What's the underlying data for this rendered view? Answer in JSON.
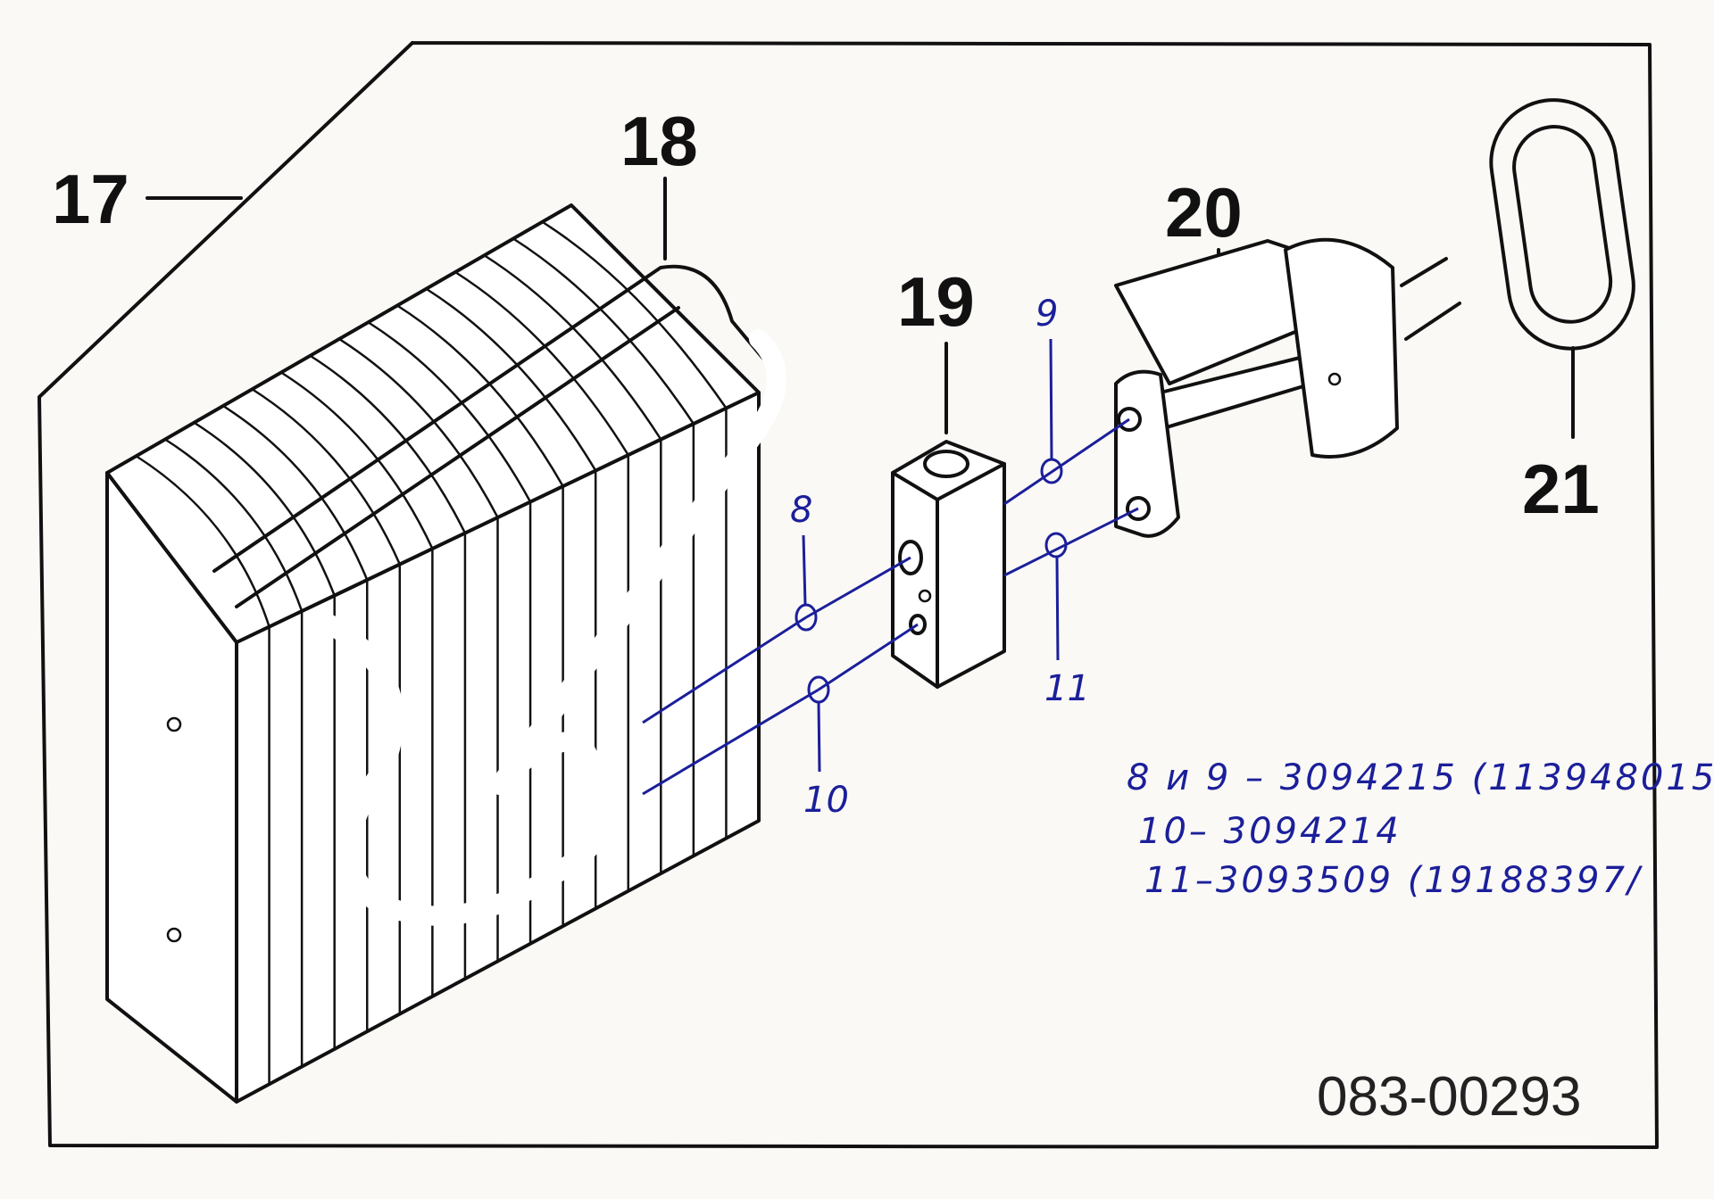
{
  "diagram": {
    "callouts": [
      "17",
      "18",
      "19",
      "20",
      "21"
    ],
    "handwritten_callouts": [
      "8",
      "9",
      "10",
      "11"
    ],
    "part_number": "083-00293",
    "notes": [
      "8 и 9 – 3094215 (113948015/",
      "10– 3094214",
      "11–3093509 (19188397/"
    ],
    "colors": {
      "ink": "#111111",
      "pen": "#1b1f9a",
      "paper": "#fbf9f6"
    }
  }
}
